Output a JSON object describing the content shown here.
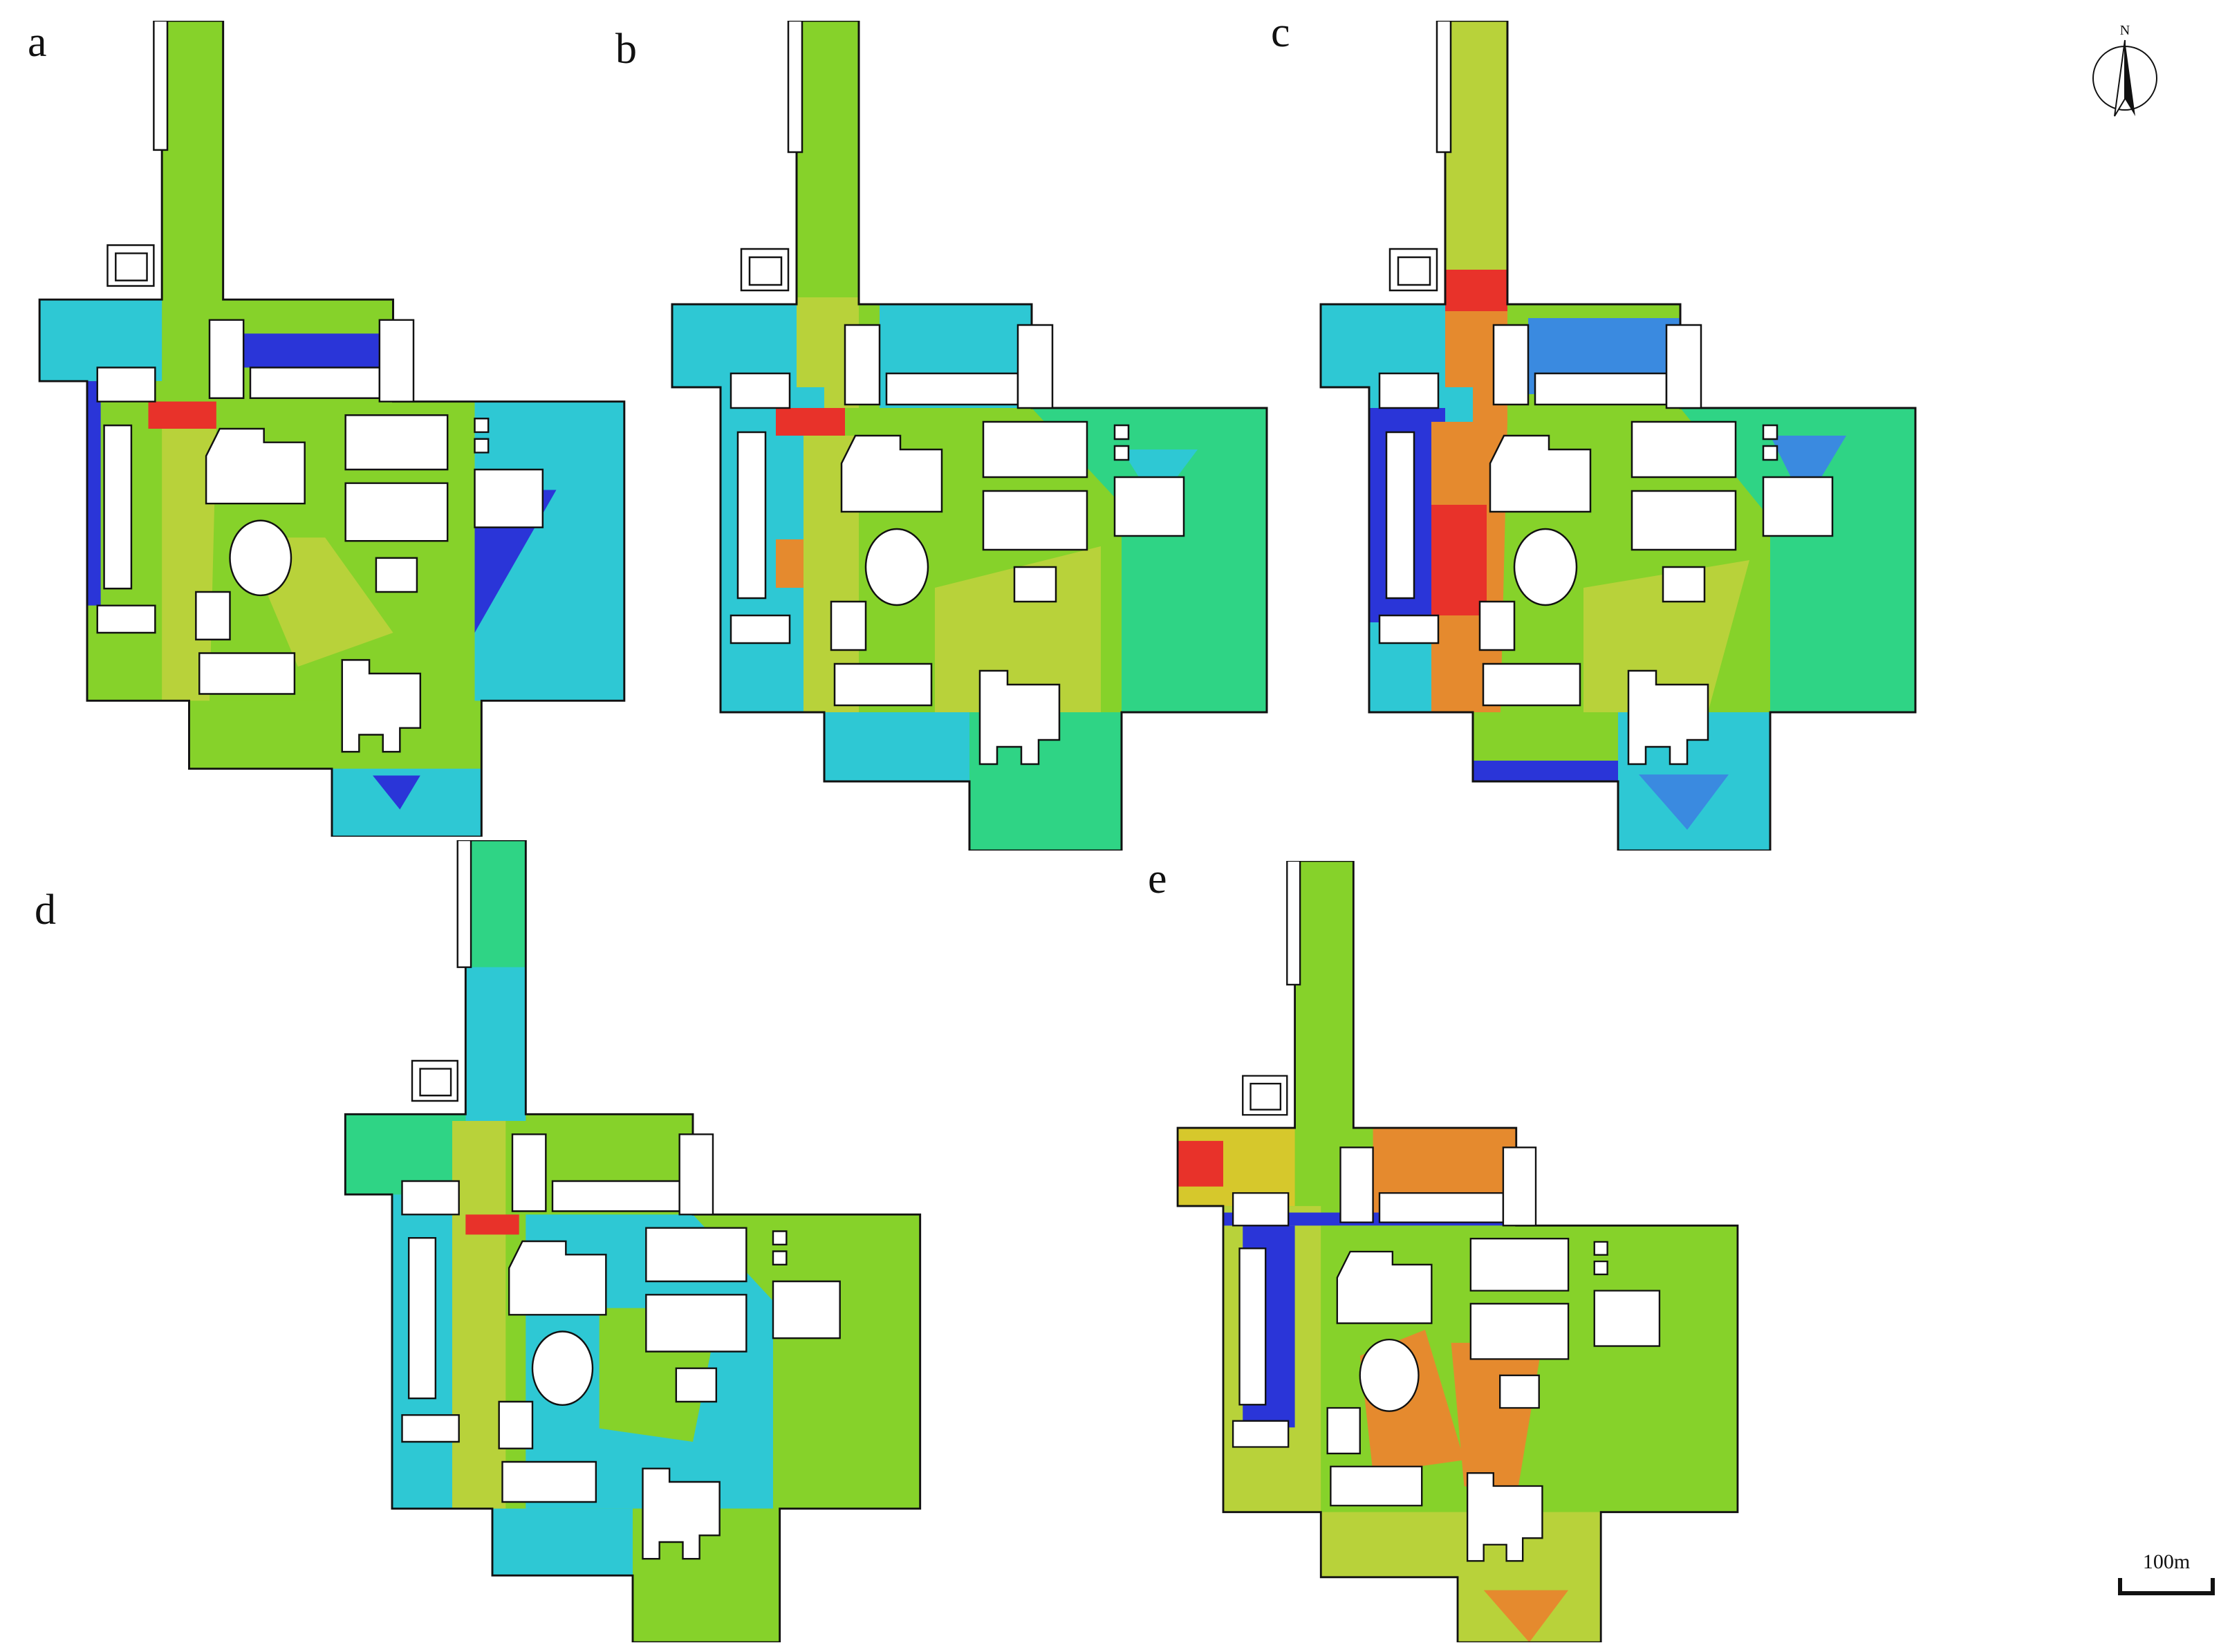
{
  "panels": [
    {
      "id": "a",
      "label": "a"
    },
    {
      "id": "b",
      "label": "b"
    },
    {
      "id": "c",
      "label": "c"
    },
    {
      "id": "d",
      "label": "d"
    },
    {
      "id": "e",
      "label": "e"
    }
  ],
  "north_arrow": {
    "letter": "N",
    "icon": "north-arrow-icon"
  },
  "scale_bar": {
    "label": "100m",
    "icon": "scale-bar-icon"
  },
  "colors": {
    "red": "#e8322a",
    "orange": "#e58a2e",
    "yellow": "#d6c82c",
    "yellow_green": "#b8d23a",
    "green": "#86d22a",
    "teal_green": "#2fd485",
    "cyan": "#2ec8d4",
    "light_blue": "#3a8ae0",
    "blue": "#2a35d8",
    "building": "#ffffff",
    "outline": "#111111"
  }
}
